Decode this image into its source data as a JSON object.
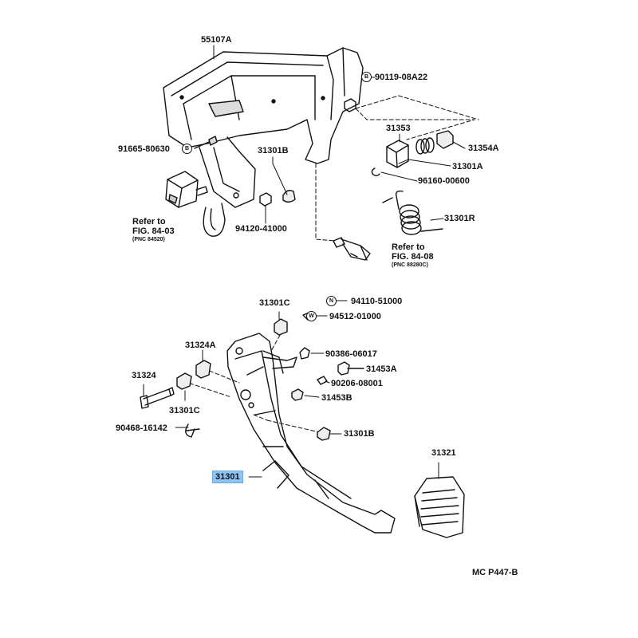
{
  "diagram": {
    "callouts": {
      "p55107A": "55107A",
      "p90119": "90119-08A22",
      "p91665": "91665-80630",
      "p31301B_top": "31301B",
      "p31353": "31353",
      "p31354A": "31354A",
      "p31301A": "31301A",
      "p96160": "96160-00600",
      "p31301R": "31301R",
      "p94120": "94120-41000",
      "p31301C_top": "31301C",
      "p94110": "94110-51000",
      "p94512": "94512-01000",
      "p31324A": "31324A",
      "p90386": "90386-06017",
      "p31453A": "31453A",
      "p31324": "31324",
      "p90206": "90206-08001",
      "p31453B": "31453B",
      "p31301C_left": "31301C",
      "p90468": "90468-16142",
      "p31301B_bot": "31301B",
      "p31321": "31321",
      "p31301": "31301"
    },
    "references": {
      "left": {
        "line1": "Refer to",
        "line2": "FIG. 84-03",
        "line3": "(PNC 84520)"
      },
      "right": {
        "line1": "Refer to",
        "line2": "FIG. 84-08",
        "line3": "(PNC 88280C)"
      }
    },
    "badges": {
      "b1": "B",
      "b2": "B",
      "b3": "N",
      "b4": "W"
    },
    "footer_code": "MC  P447-B",
    "highlight_part": "31301",
    "colors": {
      "highlight": "#8fc5f5",
      "line": "#111111"
    }
  }
}
